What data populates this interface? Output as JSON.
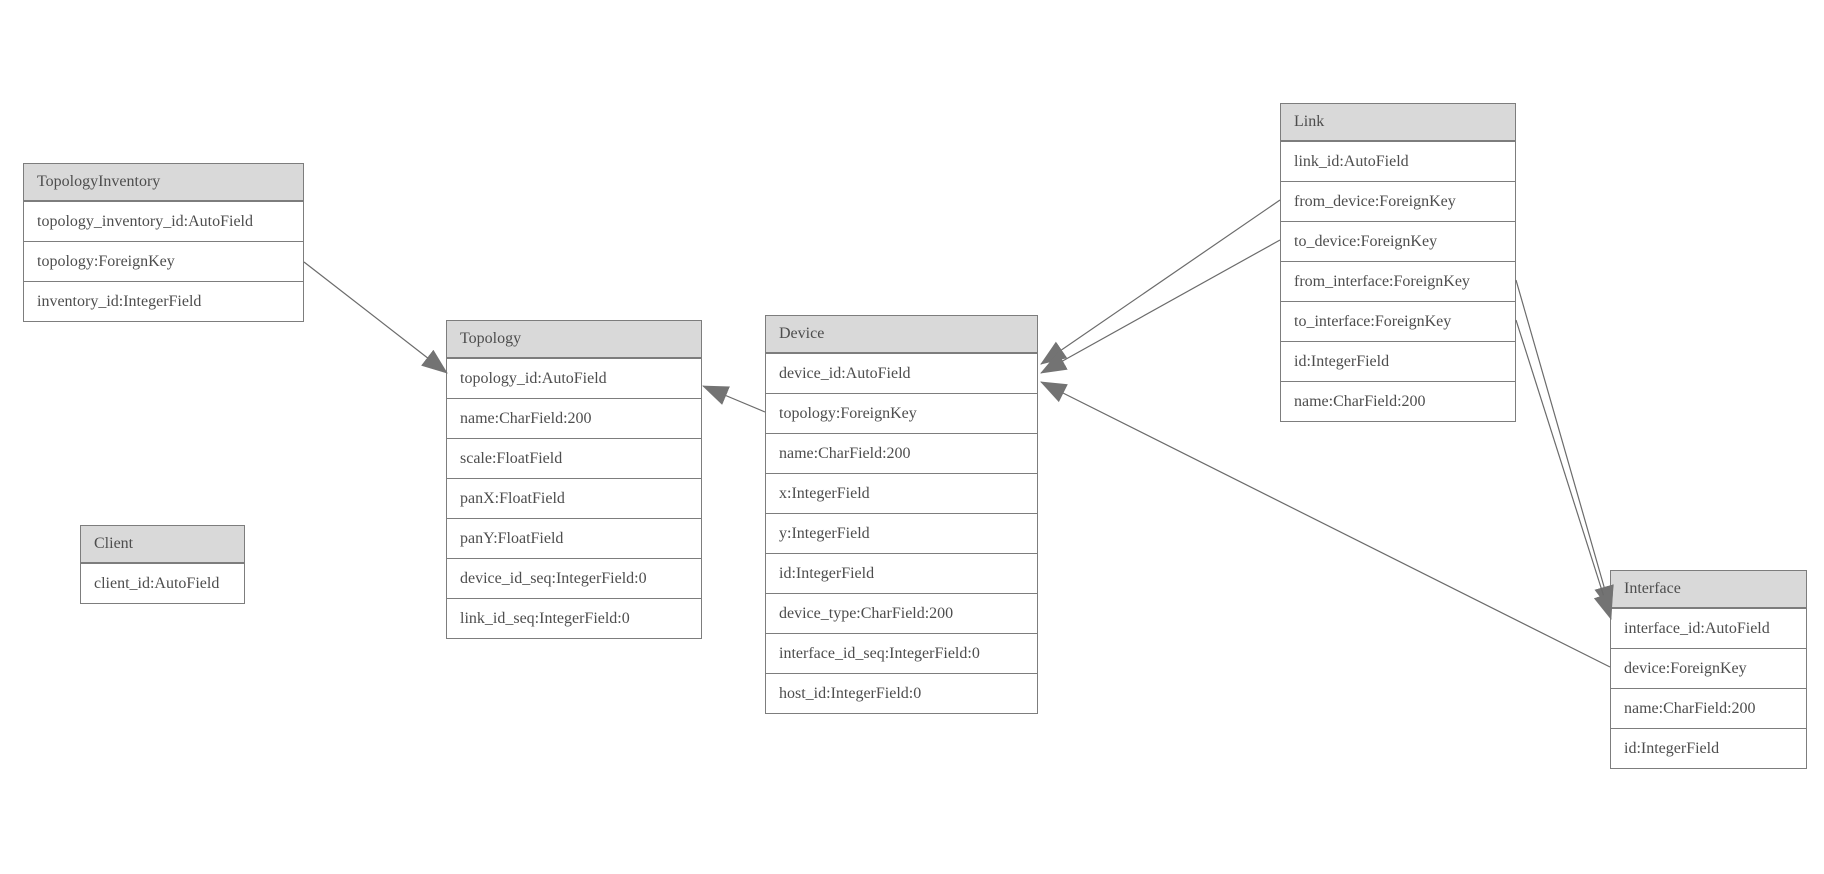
{
  "colors": {
    "background": "#ffffff",
    "header_bg": "#d9d9d9",
    "border": "#7d7d7d",
    "text": "#4d4d4d",
    "line": "#6b6b6b",
    "arrow": "#737373"
  },
  "entities": {
    "topology_inventory": {
      "title": "TopologyInventory",
      "fields": [
        "topology_inventory_id:AutoField",
        "topology:ForeignKey",
        "inventory_id:IntegerField"
      ]
    },
    "topology": {
      "title": "Topology",
      "fields": [
        "topology_id:AutoField",
        "name:CharField:200",
        "scale:FloatField",
        "panX:FloatField",
        "panY:FloatField",
        "device_id_seq:IntegerField:0",
        "link_id_seq:IntegerField:0"
      ]
    },
    "client": {
      "title": "Client",
      "fields": [
        "client_id:AutoField"
      ]
    },
    "device": {
      "title": "Device",
      "fields": [
        "device_id:AutoField",
        "topology:ForeignKey",
        "name:CharField:200",
        "x:IntegerField",
        "y:IntegerField",
        "id:IntegerField",
        "device_type:CharField:200",
        "interface_id_seq:IntegerField:0",
        "host_id:IntegerField:0"
      ]
    },
    "link": {
      "title": "Link",
      "fields": [
        "link_id:AutoField",
        "from_device:ForeignKey",
        "to_device:ForeignKey",
        "from_interface:ForeignKey",
        "to_interface:ForeignKey",
        "id:IntegerField",
        "name:CharField:200"
      ]
    },
    "interface": {
      "title": "Interface",
      "fields": [
        "interface_id:AutoField",
        "device:ForeignKey",
        "name:CharField:200",
        "id:IntegerField"
      ]
    }
  },
  "edges": [
    {
      "from": "TopologyInventory.topology",
      "to": "Topology"
    },
    {
      "from": "Device.topology",
      "to": "Topology"
    },
    {
      "from": "Link.from_device",
      "to": "Device"
    },
    {
      "from": "Link.to_device",
      "to": "Device"
    },
    {
      "from": "Link.from_interface",
      "to": "Interface"
    },
    {
      "from": "Link.to_interface",
      "to": "Interface"
    },
    {
      "from": "Interface.device",
      "to": "Device"
    }
  ]
}
